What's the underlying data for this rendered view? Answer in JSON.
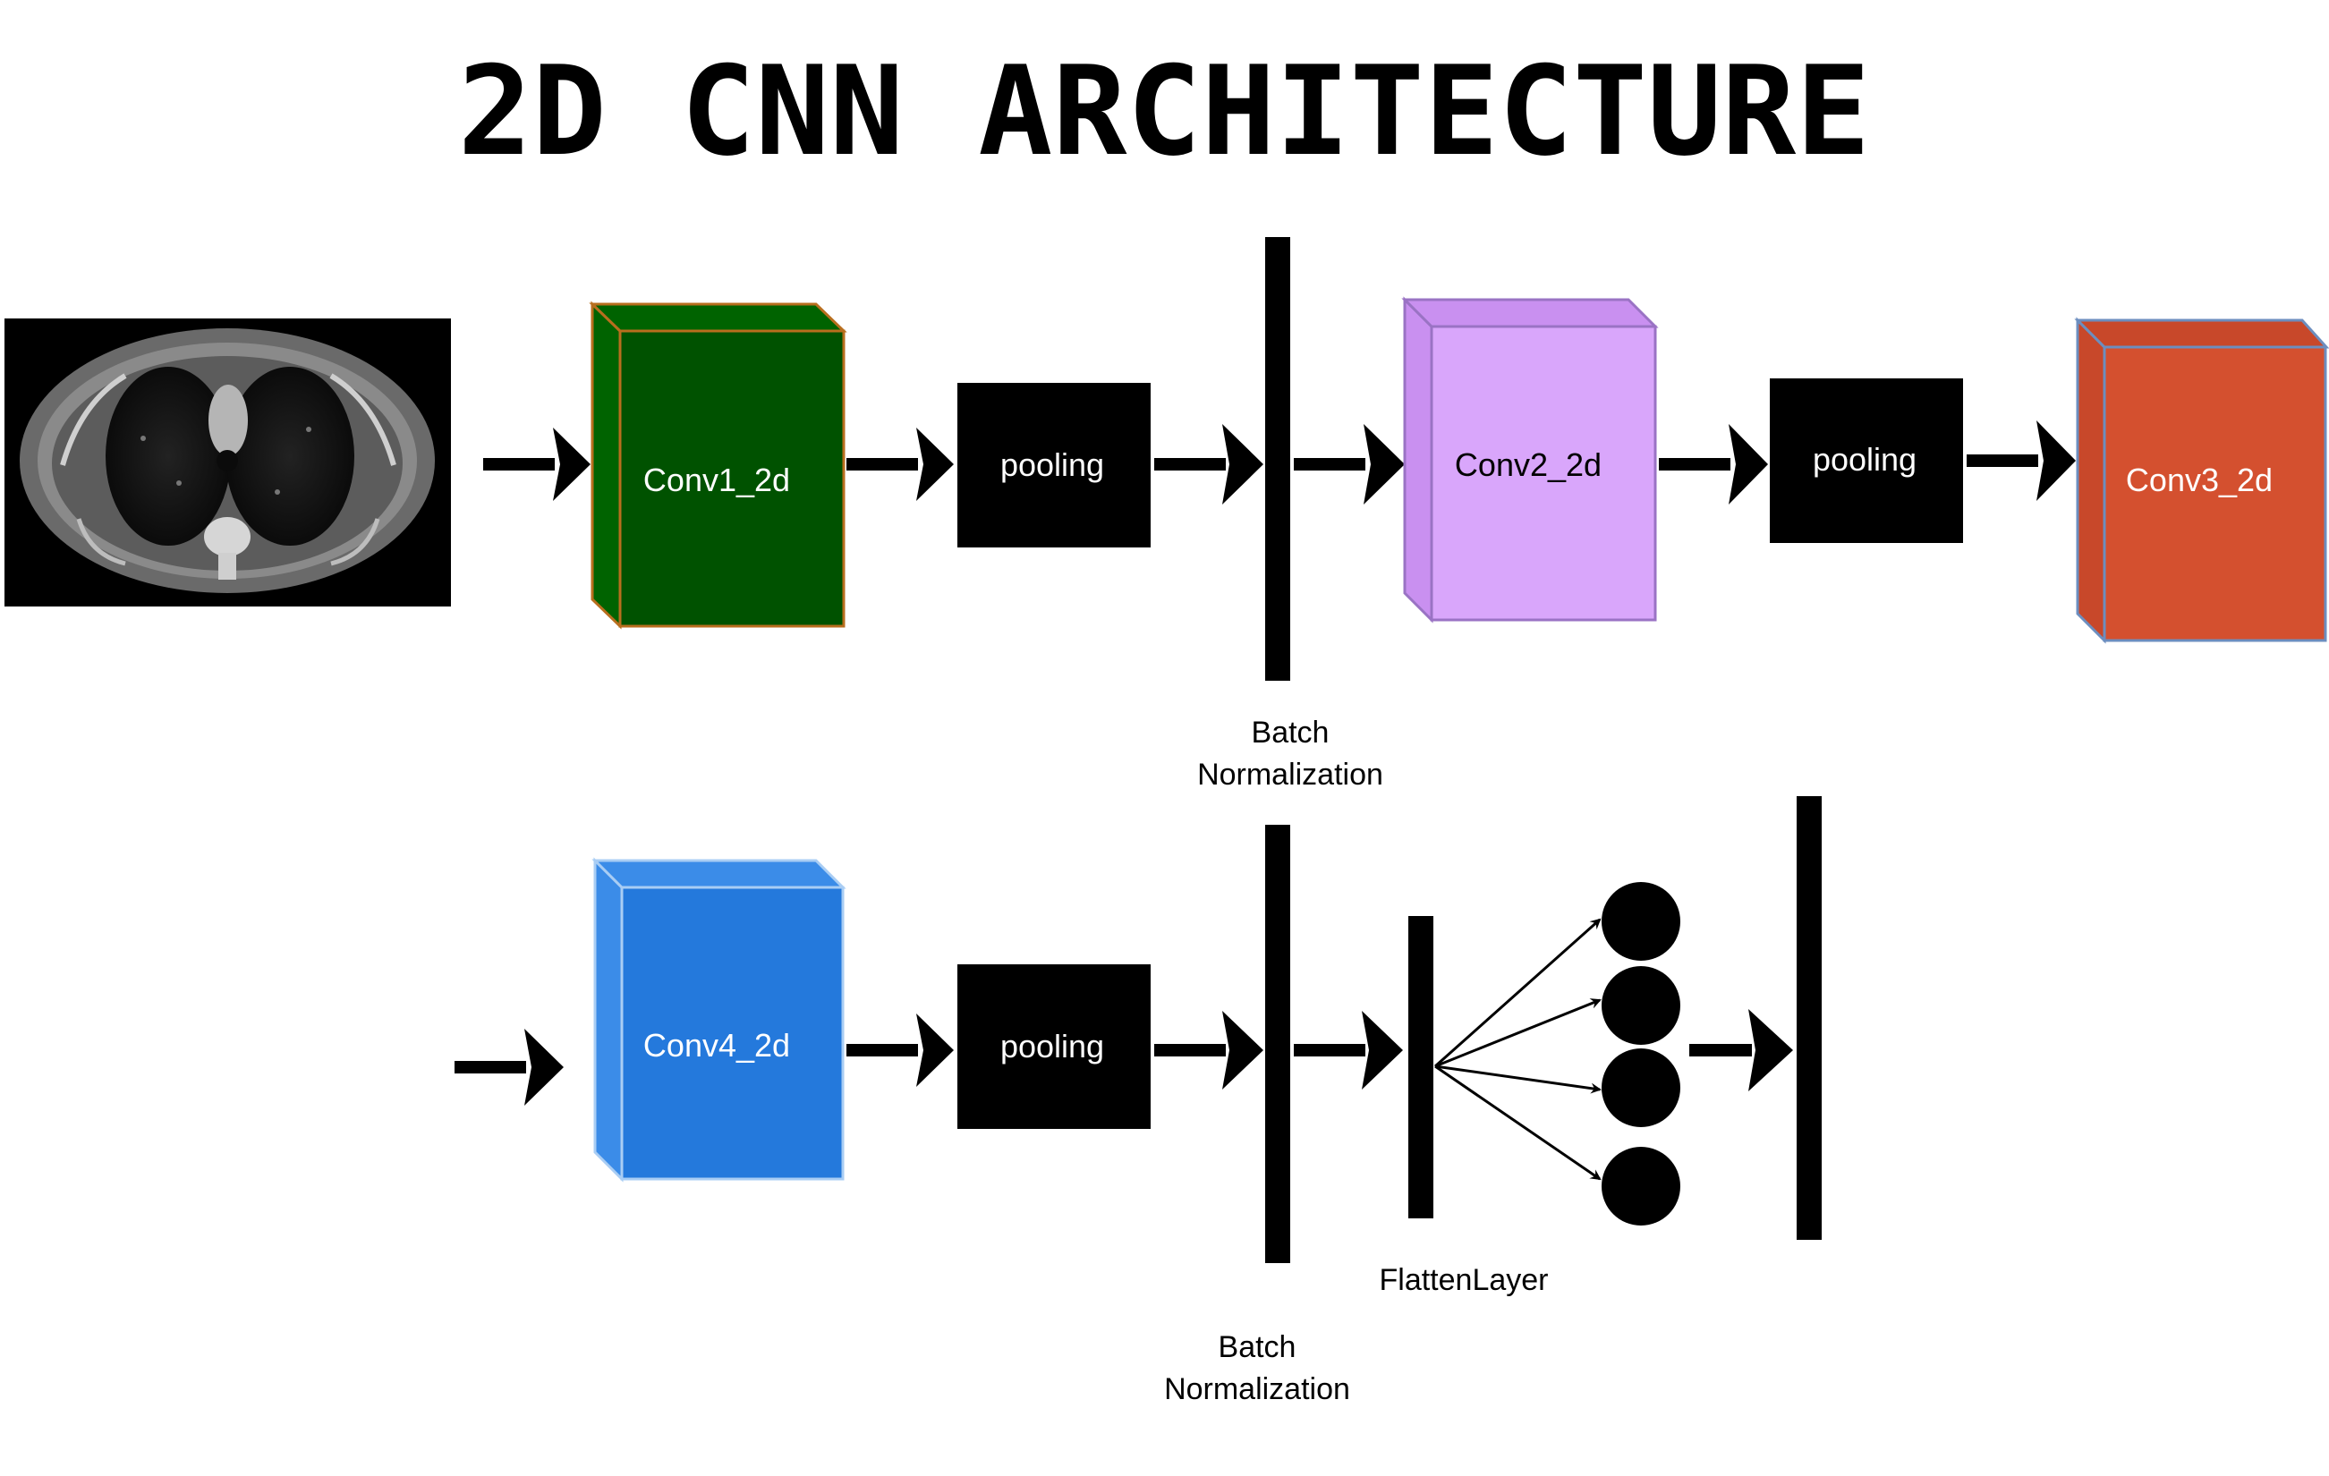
{
  "title": "2D CNN ARCHITECTURE",
  "colors": {
    "conv1_front": "#005200",
    "conv1_side": "#006300",
    "conv1_border": "#b86e1e",
    "conv2_front": "#d9a6fb",
    "conv2_side": "#c990f0",
    "conv2_border": "#9a73c4",
    "conv3_front": "#d4502f",
    "conv3_side": "#c8482a",
    "conv3_border": "#6c8ebf",
    "conv4_front": "#2479dc",
    "conv4_side": "#3b8ce8",
    "conv4_border": "#a9cdf4",
    "pooling": "#000000",
    "arrow": "#000000"
  },
  "row1": {
    "conv1_label": "Conv1_2d",
    "pooling1_label": "pooling",
    "bn1_label_line1": "Batch",
    "bn1_label_line2": "Normalization",
    "conv2_label": "Conv2_2d",
    "pooling2_label": "pooling",
    "conv3_label": "Conv3_2d"
  },
  "row2": {
    "conv4_label": "Conv4_2d",
    "pooling3_label": "pooling",
    "bn2_label_line1": "Batch",
    "bn2_label_line2": "Normalization",
    "flatten_label": "FlattenLayer"
  }
}
